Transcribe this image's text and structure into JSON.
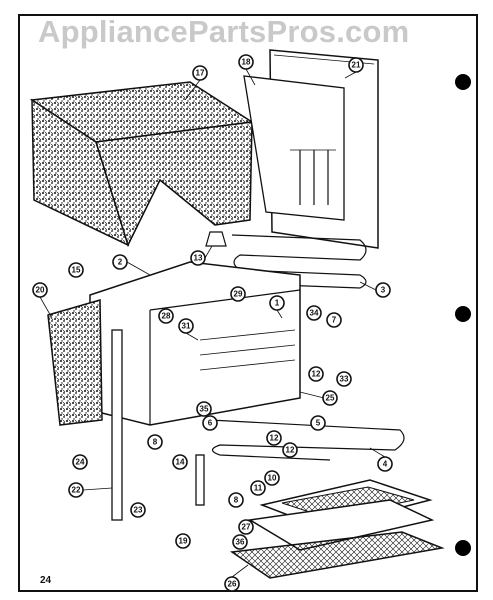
{
  "watermark": "AppliancePartsPros.com",
  "page_number": "24",
  "callouts": [
    "17",
    "18",
    "21",
    "2",
    "13",
    "3",
    "15",
    "20",
    "29",
    "1",
    "34",
    "7",
    "31",
    "12",
    "33",
    "28",
    "25",
    "35",
    "6",
    "12",
    "5",
    "12",
    "8",
    "14",
    "4",
    "24",
    "10",
    "11",
    "22",
    "8",
    "23",
    "19",
    "27",
    "36",
    "26"
  ]
}
